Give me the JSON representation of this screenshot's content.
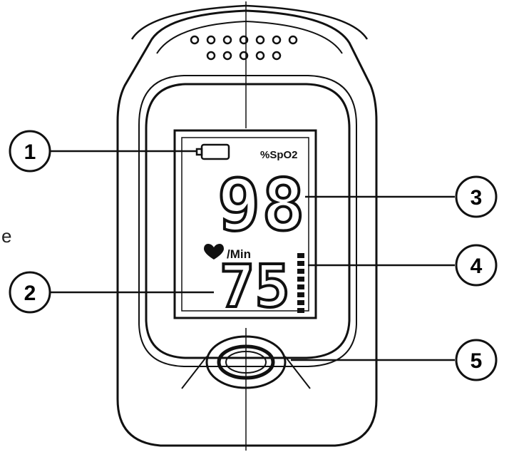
{
  "device": {
    "spo2_unit_label": "%SpO2",
    "pulse_unit_label": "/Min",
    "spo2_value": "98",
    "pulse_value": "75",
    "pulse_bar_level_segments": 8,
    "battery_icon": "battery-icon",
    "heart_icon": "heart-icon"
  },
  "callouts": [
    {
      "number": "1"
    },
    {
      "number": "2"
    },
    {
      "number": "3"
    },
    {
      "number": "4"
    },
    {
      "number": "5"
    }
  ],
  "edge_text": "e"
}
